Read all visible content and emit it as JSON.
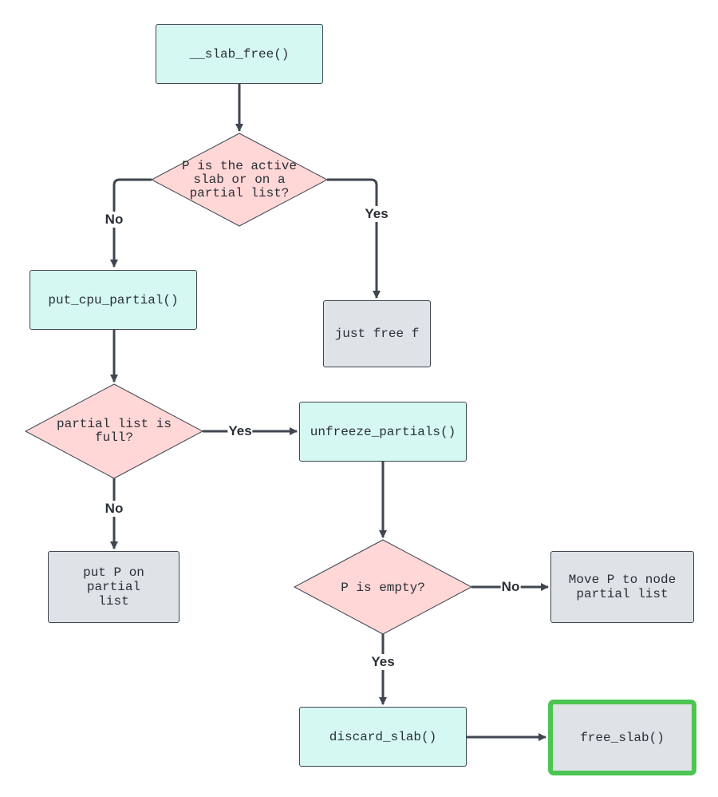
{
  "nodes": {
    "slab_free": "__slab_free()",
    "q_active_slab": "P is the active slab or on a partial list?",
    "put_cpu_partial": "put_cpu_partial()",
    "just_free": "just free f",
    "q_partial_full": "partial list is full?",
    "unfreeze_partials": "unfreeze_partials()",
    "put_p_on_partial": "put P on partial list",
    "q_p_empty": "P is empty?",
    "move_p_to_node": "Move P to node partial list",
    "discard_slab": "discard_slab()",
    "free_slab": "free_slab()"
  },
  "edge_labels": {
    "active_no": "No",
    "active_yes": "Yes",
    "full_yes": "Yes",
    "full_no": "No",
    "empty_no": "No",
    "empty_yes": "Yes"
  },
  "colors": {
    "process_fill": "#d6f8f2",
    "decision_fill": "#ffd7d7",
    "terminal_fill": "#dfe2e6",
    "highlight_border": "#4cc553",
    "line": "#3f4650"
  }
}
